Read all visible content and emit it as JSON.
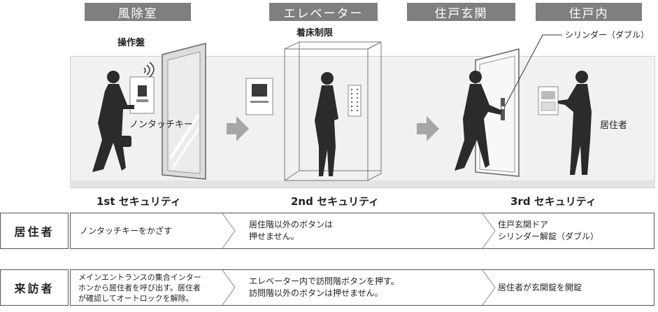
{
  "headers": [
    "風除室",
    "エレベーター",
    "住戸玄関",
    "住戸内"
  ],
  "labels": {
    "panel": "操作盤",
    "nontouch": "ノンタッチキー",
    "floor_limit": "着床制限",
    "cylinder": "シリンダー（ダブル）",
    "resident": "居住者"
  },
  "security": [
    "1st セキュリティ",
    "2nd セキュリティ",
    "3rd セキュリティ"
  ],
  "rows": [
    {
      "head": "居住者",
      "cells": [
        [
          "ノンタッチキーをかざす"
        ],
        [
          "居住階以外のボタンは",
          "押せません。"
        ],
        [
          "住戸玄関ドア",
          "シリンダー解錠（ダブル）"
        ]
      ]
    },
    {
      "head": "来訪者",
      "cells": [
        [
          "メインエントランスの集合インター",
          "ホンから居住者を呼び出す。居住者",
          "が確認してオートロックを解除。"
        ],
        [
          "エレベーター内で訪問階ボタンを押す。",
          "訪問階以外のボタンは押せません。"
        ],
        [
          "居住者が玄関錠を開錠"
        ]
      ]
    }
  ],
  "colors": {
    "header_bg": "#7f7f7f",
    "arrow": "#a6a6a6",
    "silhouette": "#2b2b2b",
    "scene_bg": "#f1f1f1"
  },
  "icons": [
    "wireless-signal-icon",
    "flow-arrow-icon"
  ]
}
